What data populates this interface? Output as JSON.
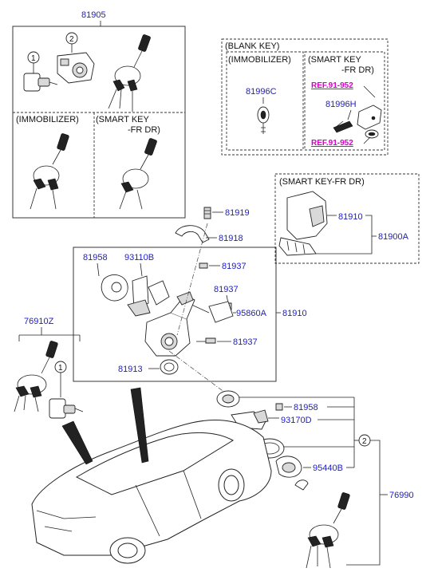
{
  "parts": {
    "p81905": "81905",
    "p81996C": "81996C",
    "p81996H": "81996H",
    "p81919": "81919",
    "p81918": "81918",
    "p81910": "81910",
    "p81900A": "81900A",
    "p81958a": "81958",
    "p93110B": "93110B",
    "p81937a": "81937",
    "p81937b": "81937",
    "p95860A": "95860A",
    "p81937c": "81937",
    "p81910b": "81910",
    "p81913": "81913",
    "p76910Z": "76910Z",
    "p81958b": "81958",
    "p93170D": "93170D",
    "p95440B": "95440B",
    "p76990": "76990"
  },
  "labels": {
    "blank_key": "(BLANK KEY)",
    "immobilizer_a": "(IMMOBILIZER)",
    "smart_key_a1": "(SMART KEY",
    "smart_key_a2": "-FR DR)",
    "immobilizer_b": "(IMMOBILIZER)",
    "smart_key_b1": "(SMART KEY",
    "smart_key_b2": "-FR DR)",
    "smart_key_fr_dr": "(SMART KEY-FR DR)"
  },
  "refs": {
    "ref1": "REF.91-952",
    "ref2": "REF.91-952"
  },
  "callouts": {
    "c1a": "1",
    "c2a": "2",
    "c1b": "1",
    "c2b": "2"
  },
  "colors": {
    "part_number": "#1a1ad6",
    "reference": "#d400c8",
    "line": "#222222"
  }
}
